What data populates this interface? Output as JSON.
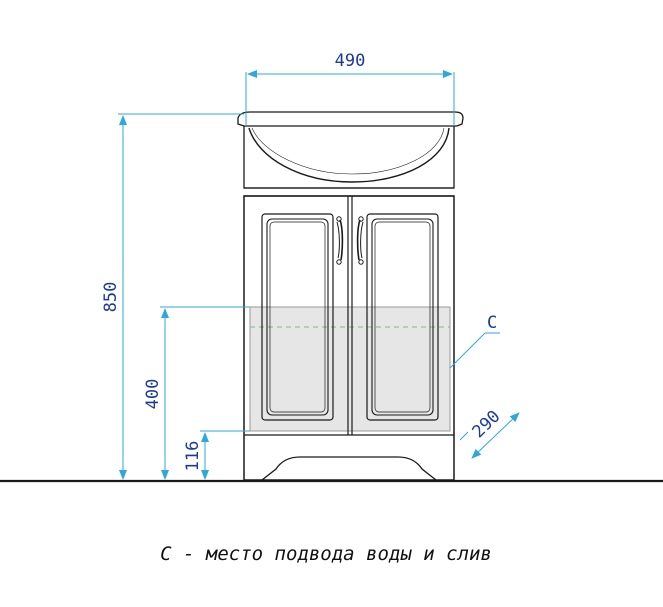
{
  "dimensions": {
    "width": "490",
    "height_total": "850",
    "height_connection_top": "400",
    "height_connection_bottom": "116",
    "depth": "290"
  },
  "zone_label": "C",
  "caption": "С - место подвода воды и слив",
  "colors": {
    "dimension_line": "#2ea8d8",
    "dimension_text": "#1a3aa0",
    "outline": "#1a1a1a",
    "zone_fill": "#e6e6e6"
  }
}
